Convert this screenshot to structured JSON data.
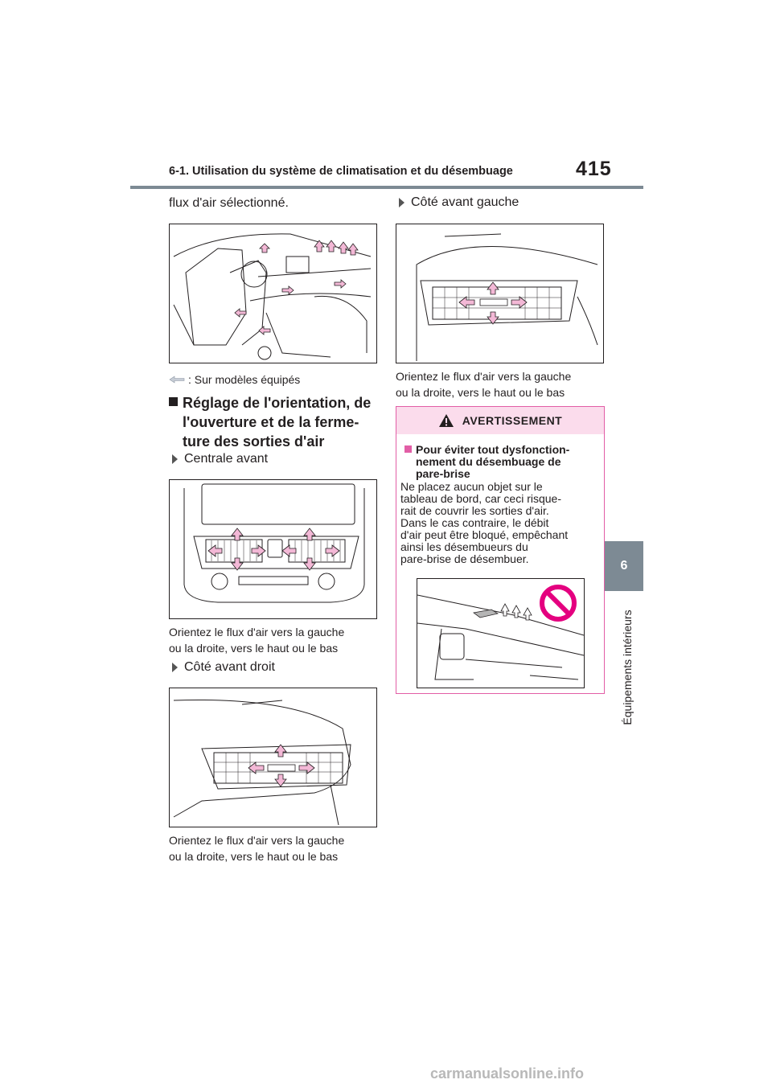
{
  "header": {
    "title": "6-1. Utilisation du système de climatisation et du désembuage",
    "page_number": "415"
  },
  "side_tab": {
    "number": "6",
    "label": "Équipements intérieurs"
  },
  "left_column": {
    "intro_text": "flux d'air sélectionné.",
    "legend_text": ": Sur modèles équipés",
    "section_heading": "Réglage de l'orientation, de l'ouverture et de la fermeture des sorties d'air",
    "heading_lines": [
      "Réglage de l'orientation, de",
      "l'ouverture et de la ferme-",
      "ture des sorties d'air"
    ],
    "front_center": {
      "label": "Centrale avant",
      "caption_lines": [
        "Orientez le flux d'air vers la gauche",
        "ou la droite, vers le haut ou le bas"
      ]
    },
    "front_right": {
      "label": "Côté avant droit",
      "caption_lines": [
        "Orientez le flux d'air vers la gauche",
        "ou la droite, vers le haut ou le bas"
      ]
    }
  },
  "right_column": {
    "front_left": {
      "label": "Côté avant gauche",
      "caption_lines": [
        "Orientez le flux d'air vers la gauche",
        "ou la droite, vers le haut ou le bas"
      ]
    },
    "warning": {
      "header": "AVERTISSEMENT",
      "title_lines": [
        "Pour éviter tout dysfonction-",
        "nement du désembuage de",
        "pare-brise"
      ],
      "body_lines": [
        "Ne placez aucun objet sur le",
        "tableau de bord, car ceci risque-",
        "rait de couvrir les sorties d'air.",
        "Dans le cas contraire, le débit",
        "d'air peut être bloqué, empêchant",
        "ainsi les désembueurs du",
        "pare-brise de désembuer."
      ]
    }
  },
  "watermark": "carmanualsonline.info",
  "colors": {
    "rule": "#7d8a94",
    "warning_border": "#e25ea6",
    "warning_header_bg": "#fbdcec",
    "arrow_fill": "#f3b8d6",
    "prohibit_red": "#e4007f"
  }
}
